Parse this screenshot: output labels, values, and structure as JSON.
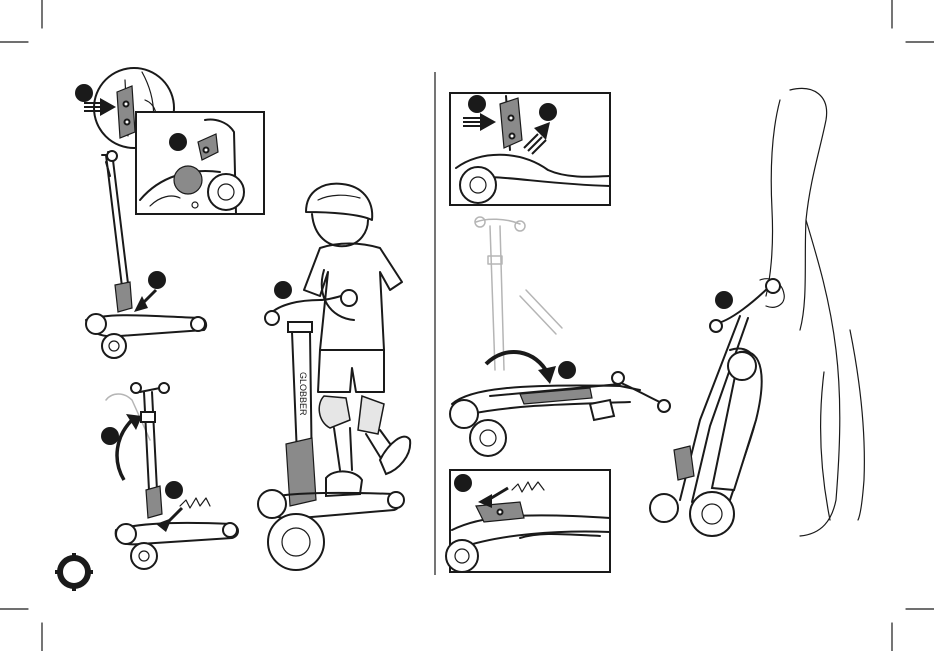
{
  "colors": {
    "ink": "#1a1a1a",
    "badge": "#1a1a1a",
    "ghost": "#b5b5b5",
    "background": "#ffffff"
  },
  "icons": [
    "crop-marks",
    "step-badge",
    "push-arrow",
    "pull-arrow",
    "rotate-arrow",
    "click-sound",
    "ring-icon"
  ],
  "panels": {
    "left": {
      "scenes": [
        "fold-lever-detail",
        "lever-cutaway",
        "folded-lift",
        "unfold-click",
        "child-riding"
      ]
    },
    "right": {
      "scenes": [
        "lever-press-detail",
        "folding-rotation",
        "lever-latch-detail",
        "person-carrying"
      ]
    }
  }
}
